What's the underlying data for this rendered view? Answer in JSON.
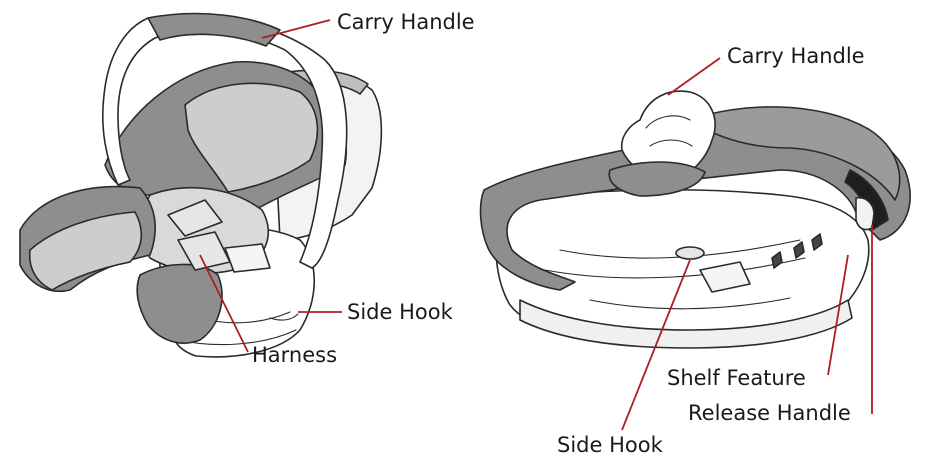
{
  "callouts": {
    "left": {
      "carry_handle": "Carry Handle",
      "side_hook": "Side Hook",
      "harness": "Harness"
    },
    "right": {
      "carry_handle": "Carry Handle",
      "shelf_feature": "Shelf Feature",
      "release_handle": "Release Handle",
      "side_hook": "Side Hook"
    }
  },
  "colors": {
    "leader_line": "#b01c24",
    "outline": "#2a2a2a",
    "fabric_dark": "#8e8e8e",
    "fabric_light": "#cdcdcd",
    "shell": "#ffffff",
    "shell_shadow": "#f0f0f0"
  }
}
